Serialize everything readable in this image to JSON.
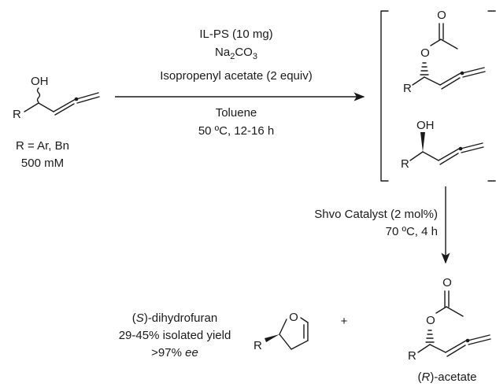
{
  "scheme": {
    "start": {
      "oh": "OH",
      "r": "R",
      "r_def": "R = Ar, Bn",
      "conc": "500 mM"
    },
    "step1": {
      "line1": "IL-PS (10 mg)",
      "line2_main": "Na",
      "line2_sub1": "2",
      "line2_mid": "CO",
      "line2_sub2": "3",
      "line3": "Isopropenyl acetate (2 equiv)",
      "line4": "Toluene",
      "line5": "50 ºC, 12-16 h"
    },
    "intermediate": {
      "acetate_o1": "O",
      "acetate_o2": "O",
      "acetate_r": "R",
      "alcohol_oh": "OH",
      "alcohol_r": "R"
    },
    "step2": {
      "line1": "Shvo Catalyst (2 mol%)",
      "line2": "70 ºC, 4 h"
    },
    "products": {
      "dhf_label_s": "S",
      "dhf_label_rest": "-dihydrofuran",
      "dhf_yield": "29-45% isolated yield",
      "dhf_ee_num": ">97% ",
      "dhf_ee_ital": "ee",
      "dhf_o": "O",
      "dhf_r": "R",
      "plus": "+",
      "acet_o1": "O",
      "acet_o2": "O",
      "acet_r": "R",
      "acet_label_r": "R",
      "acet_label_rest": "-acetate"
    }
  }
}
